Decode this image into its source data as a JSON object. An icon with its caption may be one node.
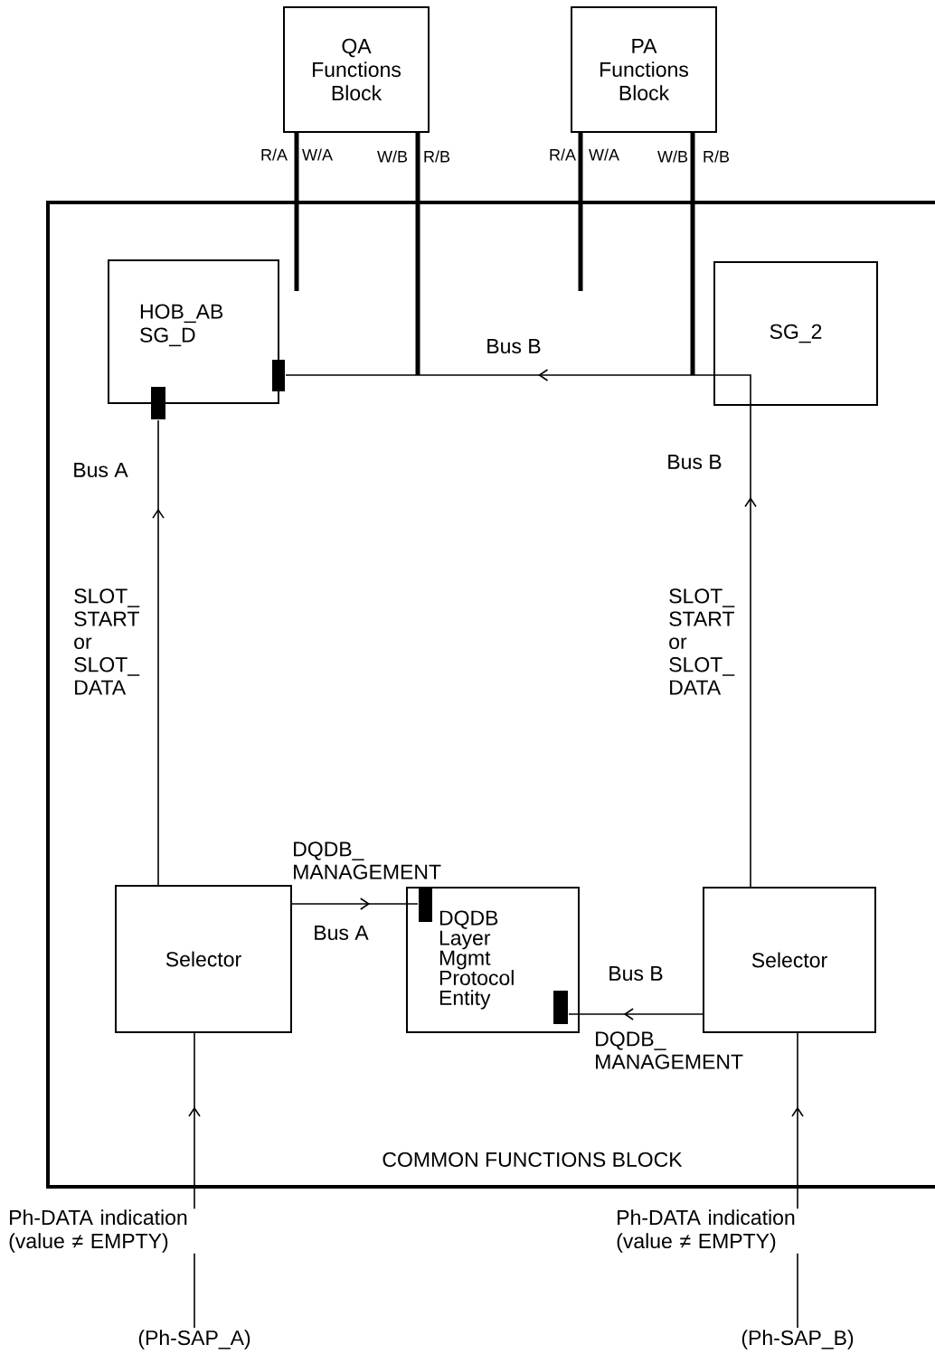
{
  "diagram": {
    "nodes": [
      {
        "text": [
          "QA Functions Block"
        ]
      },
      {
        "text": [
          "PA Functions Block"
        ]
      },
      {
        "text": [
          "COMMON FUNCTIONS BLOCK"
        ]
      },
      {
        "text": [
          "HOB_AB SG_D"
        ],
        "in": 2
      },
      {
        "text": [
          "SG_2"
        ],
        "in": 2
      },
      {
        "text": [
          "Selector"
        ],
        "in": 2
      },
      {
        "text": [
          "DQDB Layer Mgmt Protocol Entity"
        ],
        "in": 2
      },
      {
        "text": [
          "Selector"
        ],
        "in": 2
      },
      {
        "text": [
          "(Ph-SAP_A)"
        ]
      },
      {
        "text": [
          "(Ph-SAP_B)"
        ]
      }
    ],
    "edges": [
      {
        "from": 8,
        "to": 5,
        "arrow": "to",
        "label": "Ph-DATA indication (value ≠ EMPTY)"
      },
      {
        "from": 9,
        "to": 7,
        "arrow": "to",
        "label": "Ph-DATA indication (value ≠ EMPTY)"
      },
      {
        "from": 5,
        "to": 3,
        "arrow": "to",
        "label": "Bus A"
      },
      {
        "from": 7,
        "to": 4,
        "arrow": "to",
        "label": "Bus B"
      },
      {
        "from": 4,
        "to": 3,
        "arrow": "to",
        "label": "Bus B"
      },
      {
        "from": 5,
        "to": 6,
        "arrow": "to",
        "label": "Bus A"
      },
      {
        "from": 7,
        "to": 6,
        "arrow": "to",
        "label": "Bus B"
      },
      {
        "from": 0,
        "to": null,
        "arrow": "none",
        "style": "thick"
      },
      {
        "from": 0,
        "to": null,
        "arrow": "none",
        "style": "thick"
      },
      {
        "from": 1,
        "to": null,
        "arrow": "none",
        "style": "thick"
      },
      {
        "from": 1,
        "to": null,
        "arrow": "none",
        "style": "thick"
      }
    ],
    "labels": [
      "R/A",
      "W/A",
      "W/B",
      "R/B",
      "R/A",
      "W/A",
      "W/B",
      "R/B",
      "SLOT_ START or SLOT_ DATA",
      "SLOT_ START or SLOT_ DATA",
      "DQDB_ MANAGEMENT",
      "DQDB_ MANAGEMENT"
    ]
  }
}
